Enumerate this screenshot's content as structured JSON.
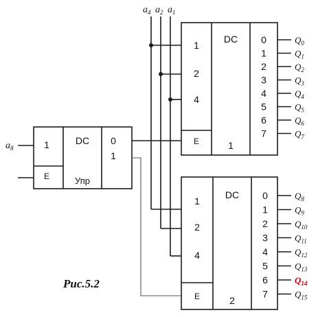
{
  "colors": {
    "line": "#1a1a1a",
    "highlight": "#c00000"
  },
  "caption": "Рис.5.2",
  "inputs": {
    "a4": {
      "base": "a",
      "sub": "4"
    },
    "a2": {
      "base": "a",
      "sub": "2"
    },
    "a1": {
      "base": "a",
      "sub": "1"
    },
    "a8": {
      "base": "a",
      "sub": "8"
    }
  },
  "control_decoder": {
    "input_label": "1",
    "enable_label": "E",
    "title": "DC",
    "subtitle": "Упр",
    "out0": "0",
    "out1": "1"
  },
  "decoder1": {
    "inputs": [
      "1",
      "2",
      "4"
    ],
    "enable": "E",
    "title": "DC",
    "number": "1",
    "outputs": [
      "0",
      "1",
      "2",
      "3",
      "4",
      "5",
      "6",
      "7"
    ],
    "q": [
      {
        "base": "Q",
        "sub": "0"
      },
      {
        "base": "Q",
        "sub": "1"
      },
      {
        "base": "Q",
        "sub": "2"
      },
      {
        "base": "Q",
        "sub": "3"
      },
      {
        "base": "Q",
        "sub": "4"
      },
      {
        "base": "Q",
        "sub": "5"
      },
      {
        "base": "Q",
        "sub": "6"
      },
      {
        "base": "Q",
        "sub": "7"
      }
    ]
  },
  "decoder2": {
    "inputs": [
      "1",
      "2",
      "4"
    ],
    "enable": "E",
    "title": "DC",
    "number": "2",
    "outputs": [
      "0",
      "1",
      "2",
      "3",
      "4",
      "5",
      "6",
      "7"
    ],
    "q": [
      {
        "base": "Q",
        "sub": "8"
      },
      {
        "base": "Q",
        "sub": "9"
      },
      {
        "base": "Q",
        "sub": "10"
      },
      {
        "base": "Q",
        "sub": "11"
      },
      {
        "base": "Q",
        "sub": "12"
      },
      {
        "base": "Q",
        "sub": "13"
      },
      {
        "base": "Q",
        "sub": "14",
        "highlight": true
      },
      {
        "base": "Q",
        "sub": "15"
      }
    ]
  }
}
